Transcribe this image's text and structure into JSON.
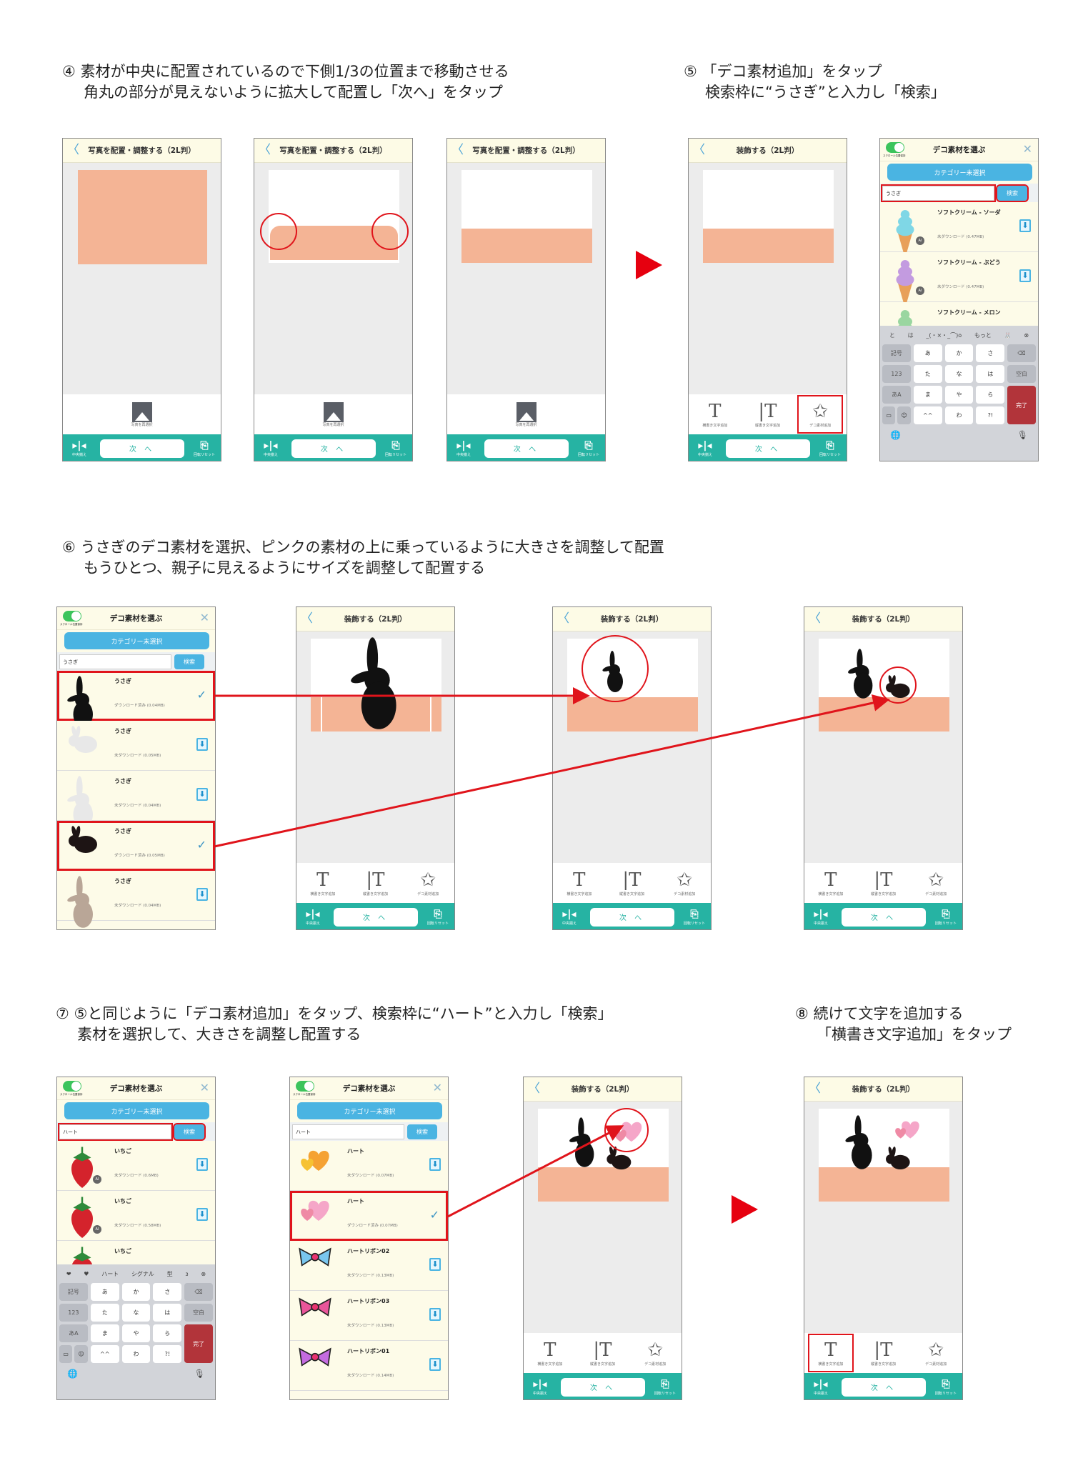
{
  "steps": [
    {
      "num": "④",
      "lines": [
        "素材が中央に配置されているので下側1/3の位置まで移動させる",
        "角丸の部分が見えないように拡大して配置し「次へ」をタップ"
      ]
    },
    {
      "num": "⑤",
      "lines": [
        "「デコ素材追加」をタップ",
        "検索枠に“うさぎ”と入力し「検索」"
      ]
    },
    {
      "num": "⑥",
      "lines": [
        "うさぎのデコ素材を選択、ピンクの素材の上に乗っているように大きさを調整して配置",
        "もうひとつ、親子に見えるようにサイズを調整して配置する"
      ]
    },
    {
      "num": "⑦",
      "lines": [
        "⑤と同じように「デコ素材追加」をタップ、検索枠に“ハート”と入力し「検索」",
        "素材を選択して、大きさを調整し配置する"
      ]
    },
    {
      "num": "⑧",
      "lines": [
        "続けて文字を追加する",
        "「横書き文字追加」をタップ"
      ]
    }
  ],
  "common": {
    "back_icon": "chevron-left-icon",
    "bar": {
      "center": "中央揃え",
      "next": "次 へ",
      "rotate_reset": "回転リセット"
    },
    "photo_reselect": "写真を再選択",
    "tools": [
      "横書き文字追加",
      "縦書き文字追加",
      "デコ素材追加"
    ],
    "deco": {
      "title": "デコ素材を選ぶ",
      "toggle_label": "スクロール位置保持",
      "category": "カテゴリー未選択",
      "search_button": "検索",
      "ai_badge": "AI"
    },
    "keyboard": {
      "rows": [
        [
          "記号",
          "あ",
          "か",
          "さ",
          "⌫"
        ],
        [
          "123",
          "た",
          "な",
          "は",
          "空白"
        ],
        [
          "あA",
          "ま",
          "や",
          "ら",
          "完了"
        ],
        [
          "",
          "^^",
          "わ",
          "?!"
        ]
      ]
    }
  },
  "colors": {
    "teal": "#26b3a3",
    "pink": "#f4b495",
    "blue": "#4ab4e2",
    "red": "#e0141b",
    "header": "#fdfbe6"
  },
  "screens": [
    {
      "type": "edit",
      "title": "写真を配置・調整する（2L判）",
      "bottom": "photo",
      "canvas": "pink-square"
    },
    {
      "type": "edit",
      "title": "写真を配置・調整する（2L判）",
      "bottom": "photo",
      "canvas": "white-pink-rounded"
    },
    {
      "type": "edit",
      "title": "写真を配置・調整する（2L判）",
      "bottom": "photo",
      "canvas": "white-pink"
    },
    {
      "type": "edit",
      "title": "装飾する（2L判）",
      "bottom": "tools",
      "canvas": "white-pink",
      "highlight_tool": 2
    },
    {
      "type": "deco",
      "search": "うさぎ",
      "highlight_search": true,
      "keyboard": true,
      "suggestions": [
        "と",
        "は",
        "_(・×・_⌒)o",
        "もっと",
        "🐰",
        "⊗"
      ],
      "items": [
        {
          "name": "ソフトクリーム - ソーダ",
          "status": "未ダウンロード (0.47MB)",
          "icon": "ice-cream-blue",
          "ai": true
        },
        {
          "name": "ソフトクリーム - ぶどう",
          "status": "未ダウンロード (0.47MB)",
          "icon": "ice-cream-purple",
          "ai": true
        },
        {
          "name": "ソフトクリーム - メロン",
          "status": "",
          "icon": "ice-cream-green"
        }
      ]
    },
    {
      "type": "deco",
      "search": "うさぎ",
      "items": [
        {
          "name": "うさぎ",
          "status": "ダウンロード済み (0.04MB)",
          "icon": "rabbit-black-standing",
          "downloaded": true,
          "highlight": true
        },
        {
          "name": "うさぎ",
          "status": "未ダウンロード (0.05MB)",
          "icon": "rabbit-white-sitting"
        },
        {
          "name": "うさぎ",
          "status": "未ダウンロード (0.04MB)",
          "icon": "rabbit-white-standing"
        },
        {
          "name": "うさぎ",
          "status": "ダウンロード済み (0.05MB)",
          "icon": "rabbit-black-sitting",
          "downloaded": true,
          "highlight": true
        },
        {
          "name": "うさぎ",
          "status": "未ダウンロード (0.04MB)",
          "icon": "rabbit-beige-standing"
        }
      ]
    },
    {
      "type": "edit",
      "title": "装飾する（2L判）",
      "bottom": "tools",
      "canvas": "white-pink-guides",
      "stickers": [
        "rabbit-black-standing"
      ]
    },
    {
      "type": "edit",
      "title": "装飾する（2L判）",
      "bottom": "tools",
      "canvas": "white-pink",
      "stickers": [
        "rabbit-black-standing"
      ]
    },
    {
      "type": "edit",
      "title": "装飾する（2L判）",
      "bottom": "tools",
      "canvas": "white-pink",
      "stickers": [
        "rabbit-black-standing",
        "rabbit-black-sitting"
      ]
    },
    {
      "type": "deco",
      "search": "ハート",
      "highlight_search": true,
      "keyboard": true,
      "suggestions": [
        "❤",
        "♥",
        "ハート",
        "シグナル",
        "型",
        "з",
        "⊗"
      ],
      "items": [
        {
          "name": "いちご",
          "status": "未ダウンロード (0.6MB)",
          "icon": "strawberry",
          "ai": true
        },
        {
          "name": "いちご",
          "status": "未ダウンロード (0.58MB)",
          "icon": "strawberry",
          "ai": true
        },
        {
          "name": "いちご",
          "status": "",
          "icon": "strawberry"
        }
      ]
    },
    {
      "type": "deco",
      "search": "ハート",
      "items": [
        {
          "name": "ハート",
          "status": "未ダウンロード (0.07MB)",
          "icon": "heart-orange"
        },
        {
          "name": "ハート",
          "status": "ダウンロード済み (0.07MB)",
          "icon": "heart-pink",
          "downloaded": true,
          "highlight": true
        },
        {
          "name": "ハートリボン02",
          "status": "未ダウンロード (0.13MB)",
          "icon": "ribbon-blue"
        },
        {
          "name": "ハートリボン03",
          "status": "未ダウンロード (0.13MB)",
          "icon": "ribbon-pink"
        },
        {
          "name": "ハートリボン01",
          "status": "未ダウンロード (0.14MB)",
          "icon": "ribbon-purple"
        }
      ]
    },
    {
      "type": "edit",
      "title": "装飾する（2L判）",
      "bottom": "tools",
      "canvas": "white-pink",
      "stickers": [
        "rabbit-black-standing",
        "rabbit-black-sitting",
        "heart-pink"
      ]
    },
    {
      "type": "edit",
      "title": "装飾する（2L判）",
      "bottom": "tools",
      "canvas": "white-pink",
      "stickers": [
        "rabbit-black-standing",
        "rabbit-black-sitting",
        "heart-pink"
      ],
      "highlight_tool": 0
    }
  ]
}
